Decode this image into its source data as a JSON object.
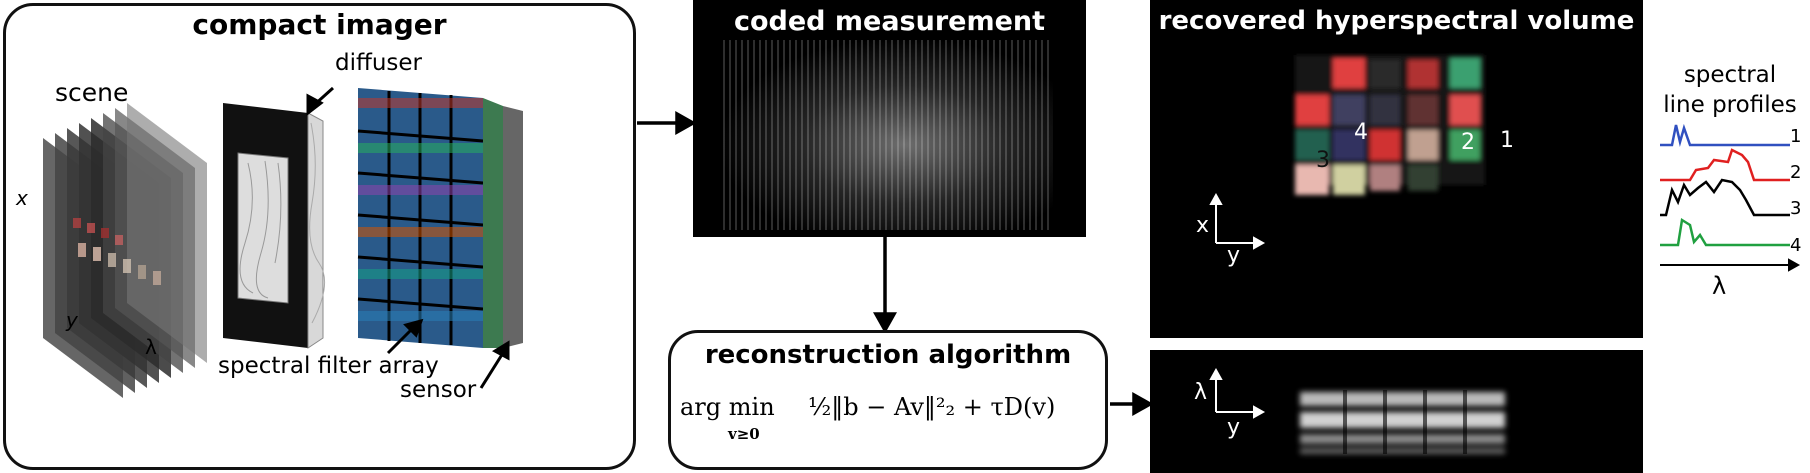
{
  "imager": {
    "title": "compact imager",
    "scene_label": "scene",
    "axis_x": "x",
    "axis_y": "y",
    "axis_lambda": "λ",
    "diffuser_label": "diffuser",
    "filter_label": "spectral filter array",
    "sensor_label": "sensor"
  },
  "measurement": {
    "title": "coded measurement"
  },
  "reconstruction": {
    "title": "reconstruction algorithm",
    "formula_arg": "arg min",
    "formula_sub": "v≥0",
    "formula_body": "½‖b − Av‖²₂ + τD(v)"
  },
  "recovered": {
    "title": "recovered hyperspectral volume",
    "points": [
      "1",
      "2",
      "3",
      "4"
    ],
    "axis_x": "x",
    "axis_y": "y",
    "slice_axis_lambda": "λ",
    "slice_axis_y": "y"
  },
  "profiles": {
    "title_line1": "spectral",
    "title_line2": "line profiles",
    "labels": [
      "1",
      "2",
      "3",
      "4"
    ],
    "axis_lambda": "λ",
    "colors": [
      "#3050c0",
      "#e02020",
      "#000000",
      "#20a040"
    ]
  }
}
